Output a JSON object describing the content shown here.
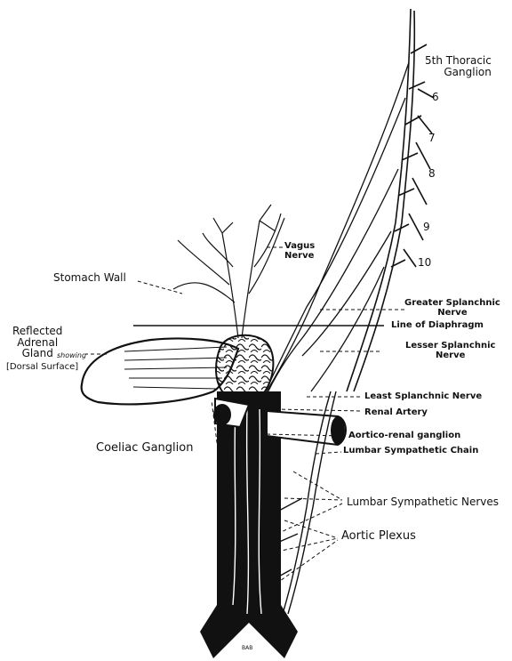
{
  "labels": {
    "ganglion5": "5th Thoracic\nGanglion",
    "n6": "6",
    "n7": "7",
    "n8": "8",
    "n9": "9",
    "n10": "10",
    "vagus": "Vagus\nNerve",
    "stomach_wall": "Stomach Wall",
    "greater_splanchnic": "Greater Splanchnic\nNerve",
    "line_diaphragm": "Line of Diaphragm",
    "reflected_adrenal": "Reflected\nAdrenal\nGland",
    "showing": "showing",
    "dorsal_surface": "[Dorsal Surface]",
    "lesser_splanchnic": "Lesser Splanchnic\nNerve",
    "least_splanchnic": "Least Splanchnic Nerve",
    "renal_artery": "Renal Artery",
    "coeliac_ganglion": "Coeliac Ganglion",
    "aortico_renal": "Aortico-renal ganglion",
    "lumbar_chain": "Lumbar Sympathetic Chain",
    "lumbar_nerves": "Lumbar Sympathetic Nerves",
    "aortic_plexus": "Aortic Plexus",
    "initials": "BAB"
  }
}
